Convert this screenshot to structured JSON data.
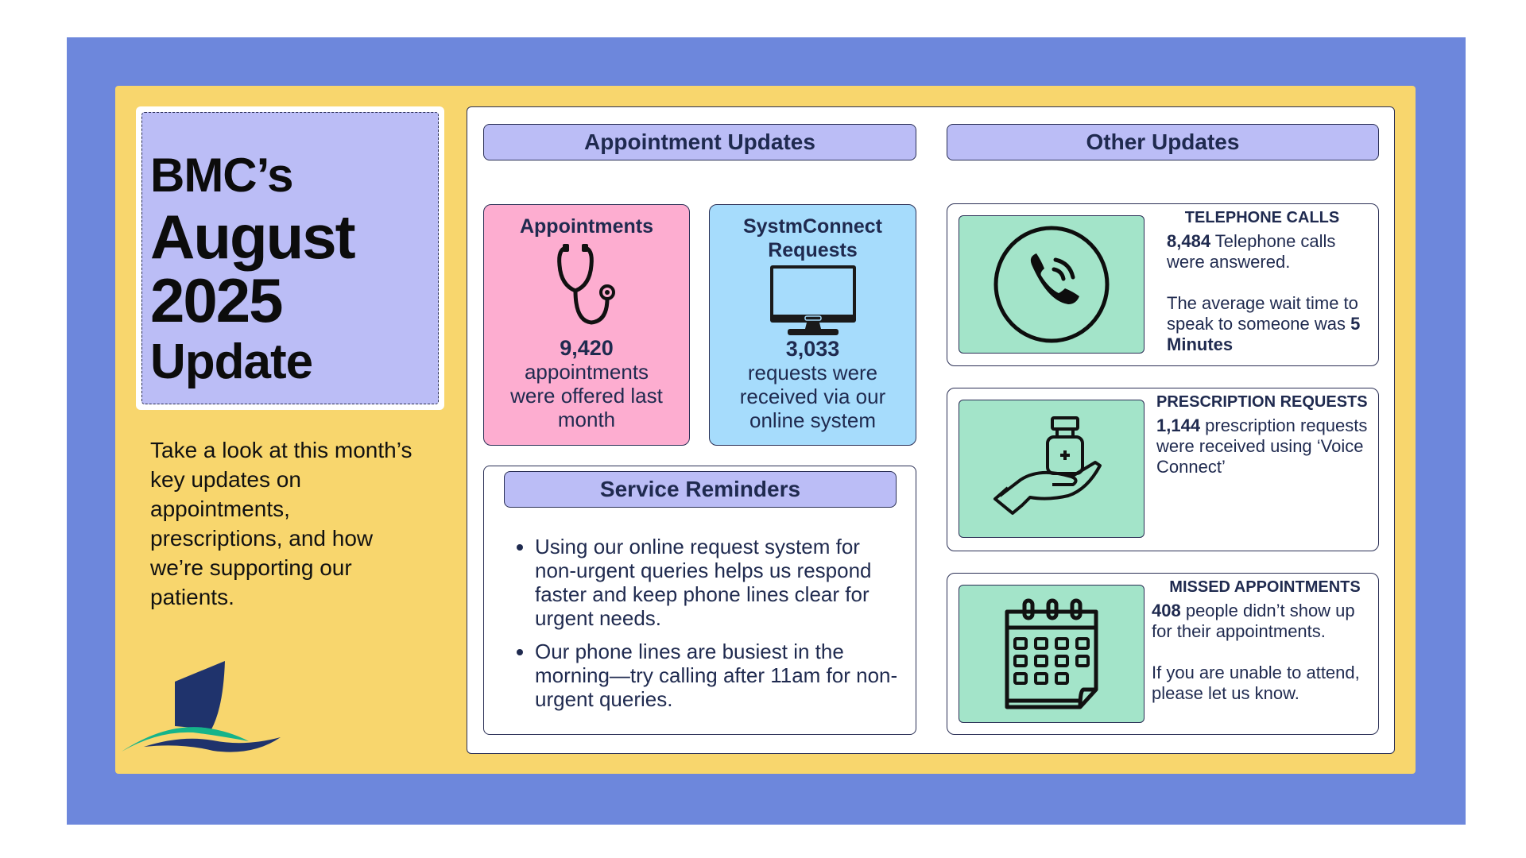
{
  "title": {
    "line1": "BMC’s",
    "line2": "August",
    "line3": "2025",
    "line4": "Update"
  },
  "intro": "Take a look at this month’s key updates on appointments, prescriptions, and how we’re supporting our patients.",
  "headers": {
    "appointment_updates": "Appointment Updates",
    "other_updates": "Other Updates",
    "service_reminders": "Service Reminders"
  },
  "appointments": {
    "title": "Appointments",
    "number": "9,420",
    "desc": "appointments were offered last month",
    "icon": "stethoscope-icon"
  },
  "systmconnect": {
    "title": "SystmConnect Requests",
    "number": "3,033",
    "desc": "requests were received via our online system",
    "icon": "monitor-icon"
  },
  "reminders": [
    "Using our online request system for non-urgent queries helps us respond faster and keep phone lines clear for urgent needs.",
    "Our phone lines are busiest in the morning—try calling after 11am for non-urgent queries."
  ],
  "telephone": {
    "title": "TELEPHONE CALLS",
    "number": "8,484",
    "text1": " Telephone calls were answered.",
    "text2": "The average wait time to speak to someone was ",
    "wait": "5 Minutes",
    "icon": "phone-icon"
  },
  "prescriptions": {
    "title": "PRESCRIPTION REQUESTS",
    "number": "1,144",
    "text1": " prescription requests were received using ‘Voice Connect’",
    "icon": "medicine-hand-icon"
  },
  "missed": {
    "title": "MISSED APPOINTMENTS",
    "number": "408",
    "text1": " people didn’t show up for their appointments.",
    "text2": "If you are unable to attend, please let us know.",
    "icon": "calendar-icon"
  },
  "colors": {
    "blue": "#6d87dc",
    "yellow": "#f8d66d",
    "lavender": "#bbbdf6",
    "pink": "#fdadd0",
    "sky": "#a6dcfc",
    "mint": "#a3e4c9",
    "navy": "#1f2a4f"
  }
}
